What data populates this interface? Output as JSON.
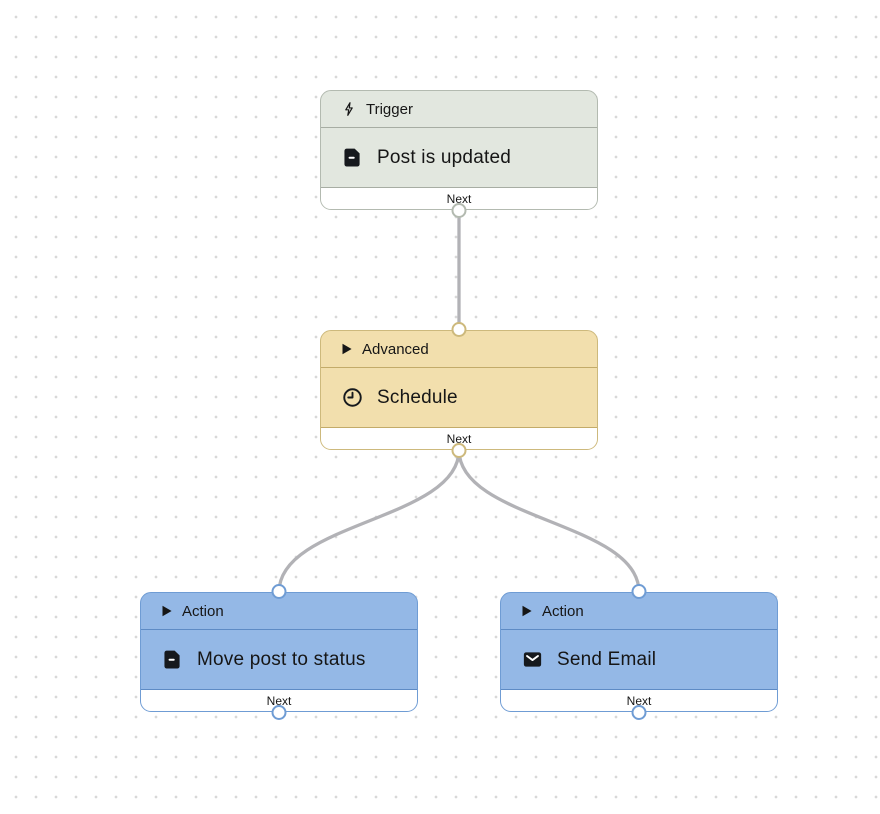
{
  "canvas": {
    "background": "#ffffff",
    "dot_color": "#d8d8d8",
    "edge_color": "#b2b2b6"
  },
  "nodes": [
    {
      "id": "trigger",
      "kind_label": "Trigger",
      "kind_icon": "lightning-bolt-icon",
      "title": "Post is updated",
      "title_icon": "document-icon",
      "footer_label": "Next",
      "colors": {
        "bg": "#e2e7df",
        "border": "#b3bab0",
        "divider": "#a7ada3"
      }
    },
    {
      "id": "schedule",
      "kind_label": "Advanced",
      "kind_icon": "play-icon",
      "title": "Schedule",
      "title_icon": "clock-icon",
      "footer_label": "Next",
      "colors": {
        "bg": "#f2dfad",
        "border": "#cdb97c",
        "divider": "#c3ab69"
      }
    },
    {
      "id": "move-post",
      "kind_label": "Action",
      "kind_icon": "play-icon",
      "title": "Move post to status",
      "title_icon": "document-icon",
      "footer_label": "Next",
      "colors": {
        "bg": "#94b8e6",
        "border": "#6f9cd4",
        "divider": "#5e8bc5"
      }
    },
    {
      "id": "send-email",
      "kind_label": "Action",
      "kind_icon": "play-icon",
      "title": "Send Email",
      "title_icon": "envelope-icon",
      "footer_label": "Next",
      "colors": {
        "bg": "#94b8e6",
        "border": "#6f9cd4",
        "divider": "#5e8bc5"
      }
    }
  ],
  "edges": [
    {
      "from": "trigger",
      "to": "schedule"
    },
    {
      "from": "schedule",
      "to": "move-post"
    },
    {
      "from": "schedule",
      "to": "send-email"
    }
  ]
}
